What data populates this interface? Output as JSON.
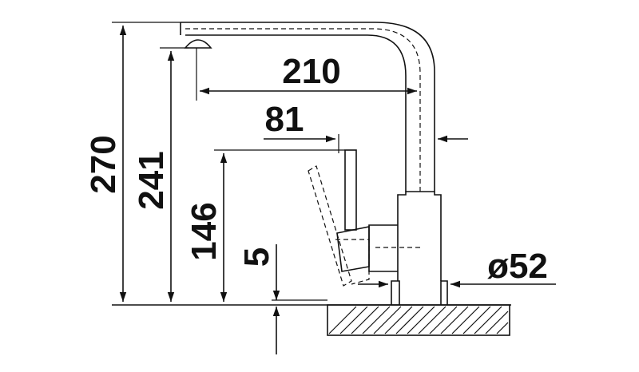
{
  "dimensions": {
    "total_height": "270",
    "spout_height": "241",
    "lever_height": "146",
    "base_thickness": "5",
    "reach": "210",
    "lever_offset": "81",
    "base_diameter": "ø52"
  },
  "colors": {
    "ink": "#111111",
    "background": "#ffffff"
  }
}
